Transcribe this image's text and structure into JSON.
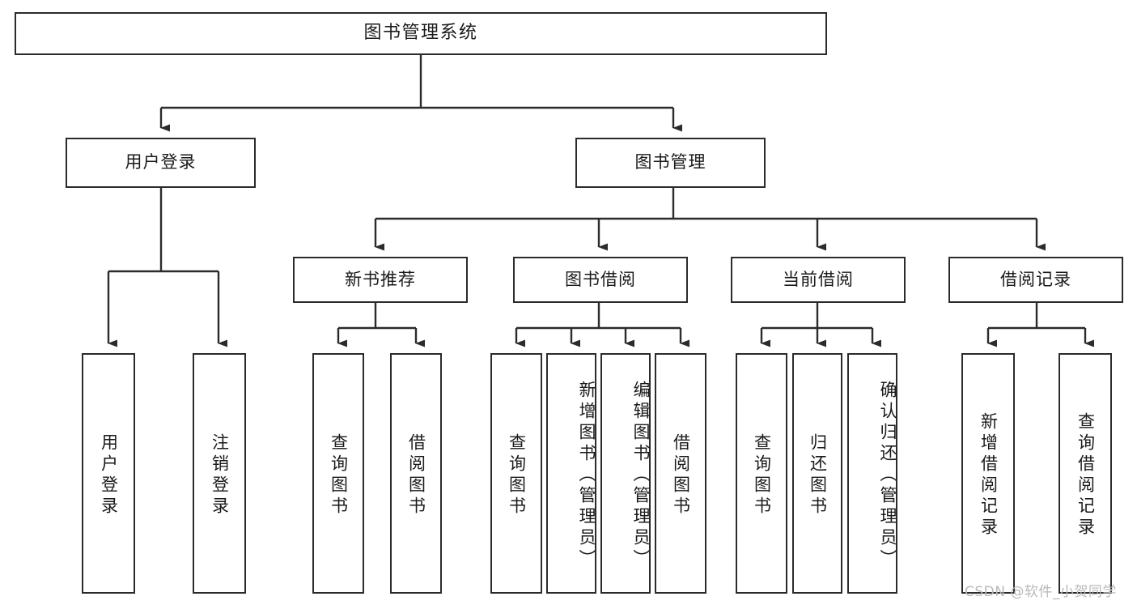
{
  "diagram": {
    "title": "图书管理系统",
    "type": "tree-hierarchy-chart",
    "root": {
      "id": "root",
      "label": "图书管理系统"
    },
    "level2": [
      {
        "id": "user-login",
        "label": "用户登录"
      },
      {
        "id": "book-management",
        "label": "图书管理"
      }
    ],
    "level3": [
      {
        "id": "new-book-recommend",
        "label": "新书推荐",
        "parent": "book-management"
      },
      {
        "id": "book-borrow",
        "label": "图书借阅",
        "parent": "book-management"
      },
      {
        "id": "current-borrow",
        "label": "当前借阅",
        "parent": "book-management"
      },
      {
        "id": "borrow-record",
        "label": "借阅记录",
        "parent": "book-management"
      }
    ],
    "leaves": {
      "user_login": [
        {
          "id": "leaf-user-login",
          "label": "用户登录"
        },
        {
          "id": "leaf-logout",
          "label": "注销登录"
        }
      ],
      "new_book_recommend": [
        {
          "id": "leaf-query-book-1",
          "label": "查询图书"
        },
        {
          "id": "leaf-borrow-book-1",
          "label": "借阅图书"
        }
      ],
      "book_borrow": [
        {
          "id": "leaf-query-book-2",
          "label": "查询图书"
        },
        {
          "id": "leaf-add-book",
          "label": "新增图书（管理员）"
        },
        {
          "id": "leaf-edit-book",
          "label": "编辑图书（管理员）"
        },
        {
          "id": "leaf-borrow-book-2",
          "label": "借阅图书"
        }
      ],
      "current_borrow": [
        {
          "id": "leaf-query-book-3",
          "label": "查询图书"
        },
        {
          "id": "leaf-return-book",
          "label": "归还图书"
        },
        {
          "id": "leaf-confirm-return",
          "label": "确认归还（管理员）"
        }
      ],
      "borrow_record": [
        {
          "id": "leaf-add-record",
          "label": "新增借阅记录"
        },
        {
          "id": "leaf-query-record",
          "label": "查询借阅记录"
        }
      ]
    }
  },
  "watermark": {
    "text": "CSDN @软件_小贺同学"
  },
  "colors": {
    "border": "#2b2b2b",
    "background": "#ffffff",
    "text": "#1a1a1a",
    "watermark": "#b9b9b9"
  }
}
